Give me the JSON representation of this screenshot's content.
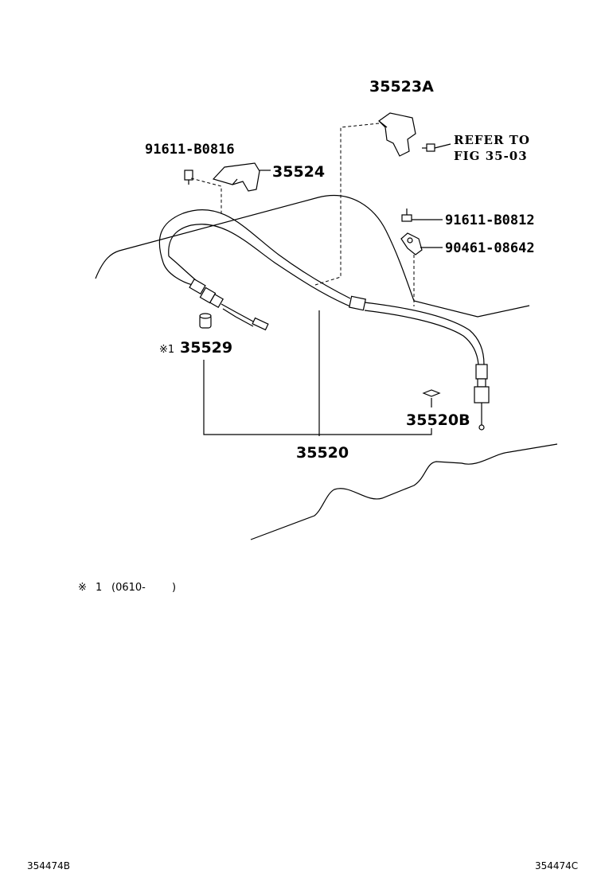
{
  "parts": {
    "p35523a": "35523A",
    "refer_line1": "REFER TO",
    "refer_line2": "FIG 35-03",
    "p91611_b0816": "91611-B0816",
    "p35524": "35524",
    "p91611_b0812": "91611-B0812",
    "p90461_08642": "90461-08642",
    "p35529": "35529",
    "p35529_mark": "※1",
    "p35520b": "35520B",
    "p35520": "35520"
  },
  "footnote": {
    "mark": "※",
    "index": "1",
    "text": "(0610-",
    "close": ")"
  },
  "codes": {
    "left": "354474B",
    "right": "354474C"
  },
  "colors": {
    "line": "#000000",
    "background": "#ffffff"
  }
}
